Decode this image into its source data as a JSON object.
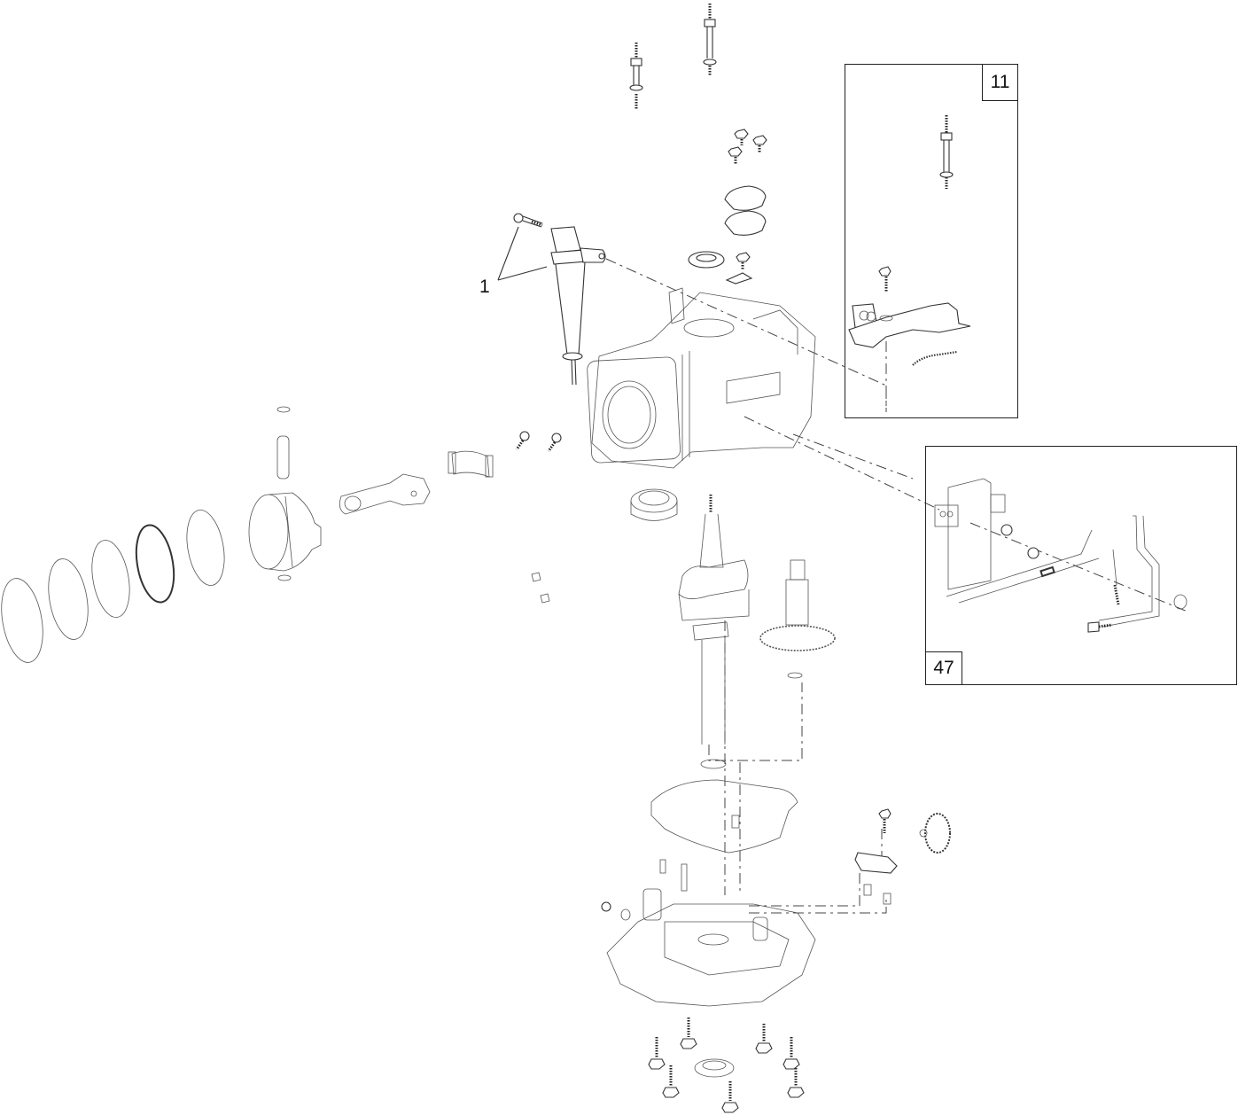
{
  "diagram": {
    "type": "exploded-parts-view",
    "subject": "engine short block assembly",
    "colors": {
      "background": "#ffffff",
      "line": "#333333"
    },
    "callouts": [
      {
        "id": "callout-1",
        "label": "1",
        "refers_to": "dipstick tube with bolt"
      },
      {
        "id": "callout-11",
        "label": "11",
        "refers_to": "inset: governor control bracket, stud, spring"
      },
      {
        "id": "callout-47",
        "label": "47",
        "refers_to": "inset: control plate, linkage rods, springs, lever"
      }
    ],
    "parts": [
      "cylinder head studs",
      "breather cover bolts",
      "breather covers and gasket",
      "oil seal",
      "dipstick tube",
      "crankcase / cylinder block",
      "piston rings",
      "piston",
      "piston pin and retainers",
      "connecting rod",
      "rod cap and bolts",
      "main bearing",
      "crankshaft",
      "camshaft with gear",
      "crankcase gasket",
      "oil sump / crankcase cover",
      "governor gear",
      "sump bolts",
      "oil seal (bottom)"
    ]
  }
}
